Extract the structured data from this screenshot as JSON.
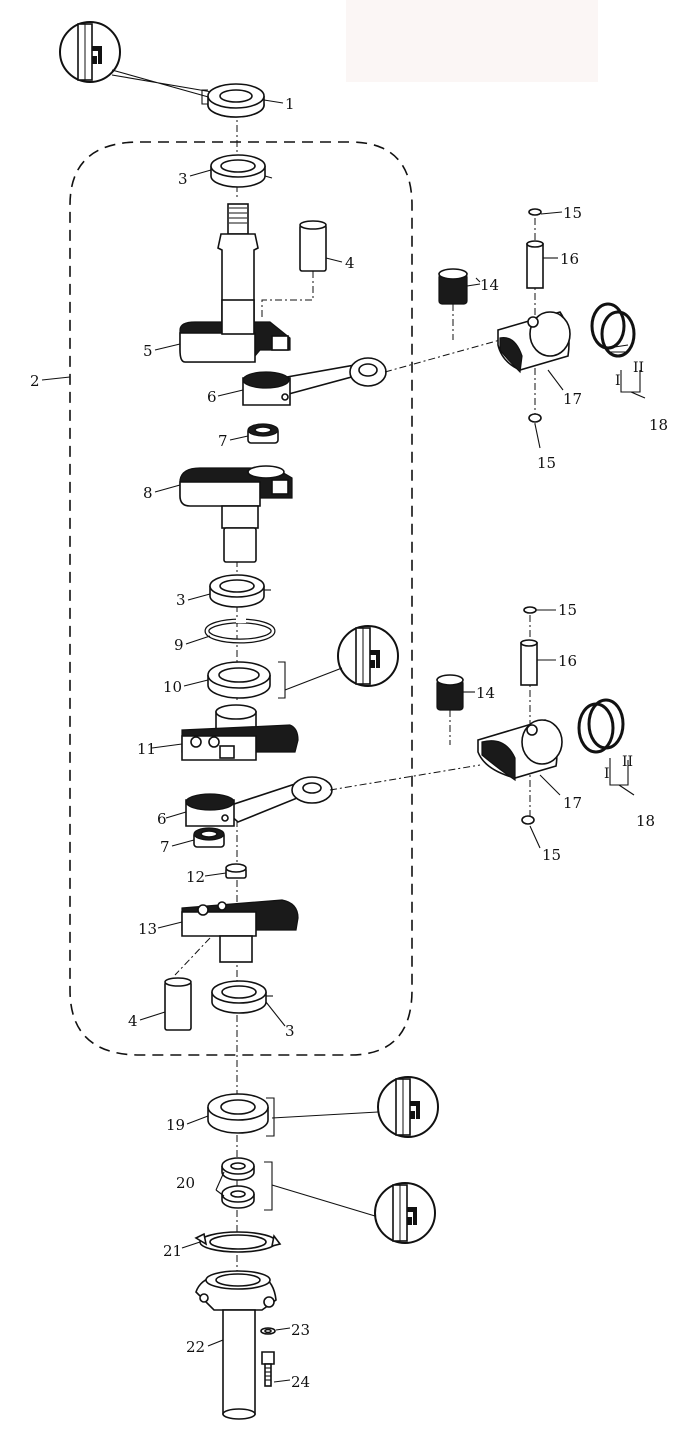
{
  "labels": {
    "p1": "1",
    "p2": "2",
    "p3a": "3",
    "p3b": "3",
    "p3c": "3",
    "p4a": "4",
    "p4b": "4",
    "p5": "5",
    "p6a": "6",
    "p6b": "6",
    "p7a": "7",
    "p7b": "7",
    "p8": "8",
    "p9": "9",
    "p10": "10",
    "p11": "11",
    "p12": "12",
    "p13": "13",
    "p14a": "14",
    "p14b": "14",
    "p15a": "15",
    "p15b": "15",
    "p15c": "15",
    "p15d": "15",
    "p16a": "16",
    "p16b": "16",
    "p17a": "17",
    "p17b": "17",
    "p18a": "18",
    "p18b": "18",
    "p19": "19",
    "p20": "20",
    "p21": "21",
    "p22": "22",
    "p23": "23",
    "p24": "24"
  },
  "ring_marks": {
    "ring1_a": "I",
    "ring2_a": "II",
    "ring1_b": "I",
    "ring2_b": "II"
  },
  "icons": [
    "grease-callout-icon"
  ]
}
